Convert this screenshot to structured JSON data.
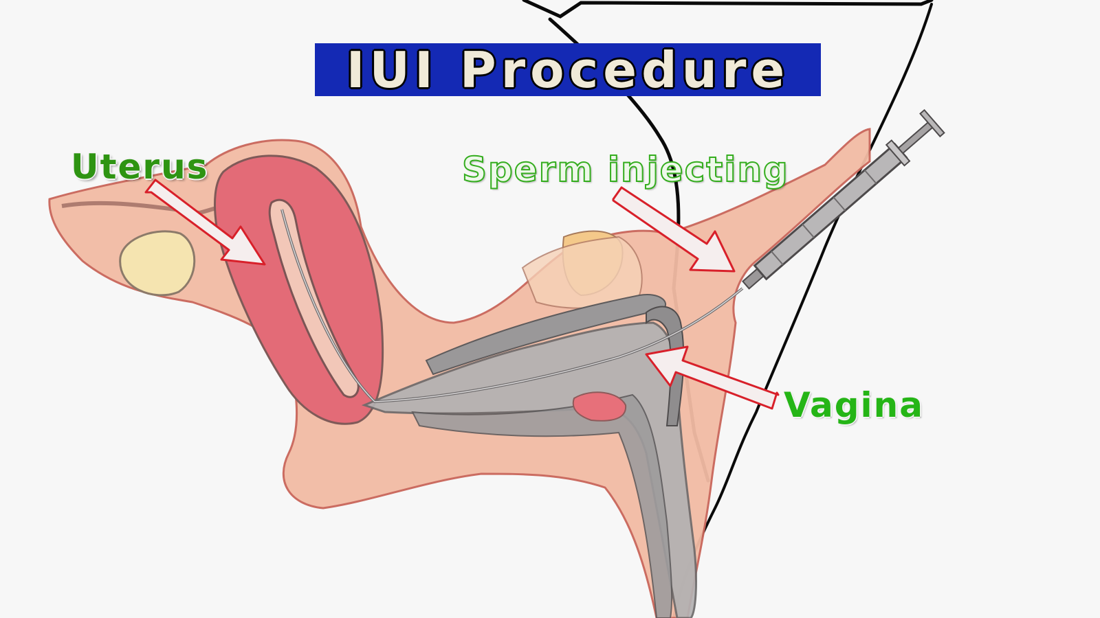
{
  "title": "IUI Procedure",
  "labels": {
    "uterus": "Uterus",
    "sperm_injecting": "Sperm injecting",
    "vagina": "Vagina"
  },
  "colors": {
    "title_background": "#1429b4",
    "title_text": "#f0ead8",
    "label_green": "#2e9412",
    "arrow_fill": "#f5eeee",
    "arrow_outline": "#d8202a",
    "tissue": "#f2b9a0",
    "uterus_wall": "#e7707a",
    "instrument": "#a9a7a8"
  },
  "icons": {
    "arrow": "white-arrow-red-outline",
    "syringe": "syringe-icon"
  }
}
